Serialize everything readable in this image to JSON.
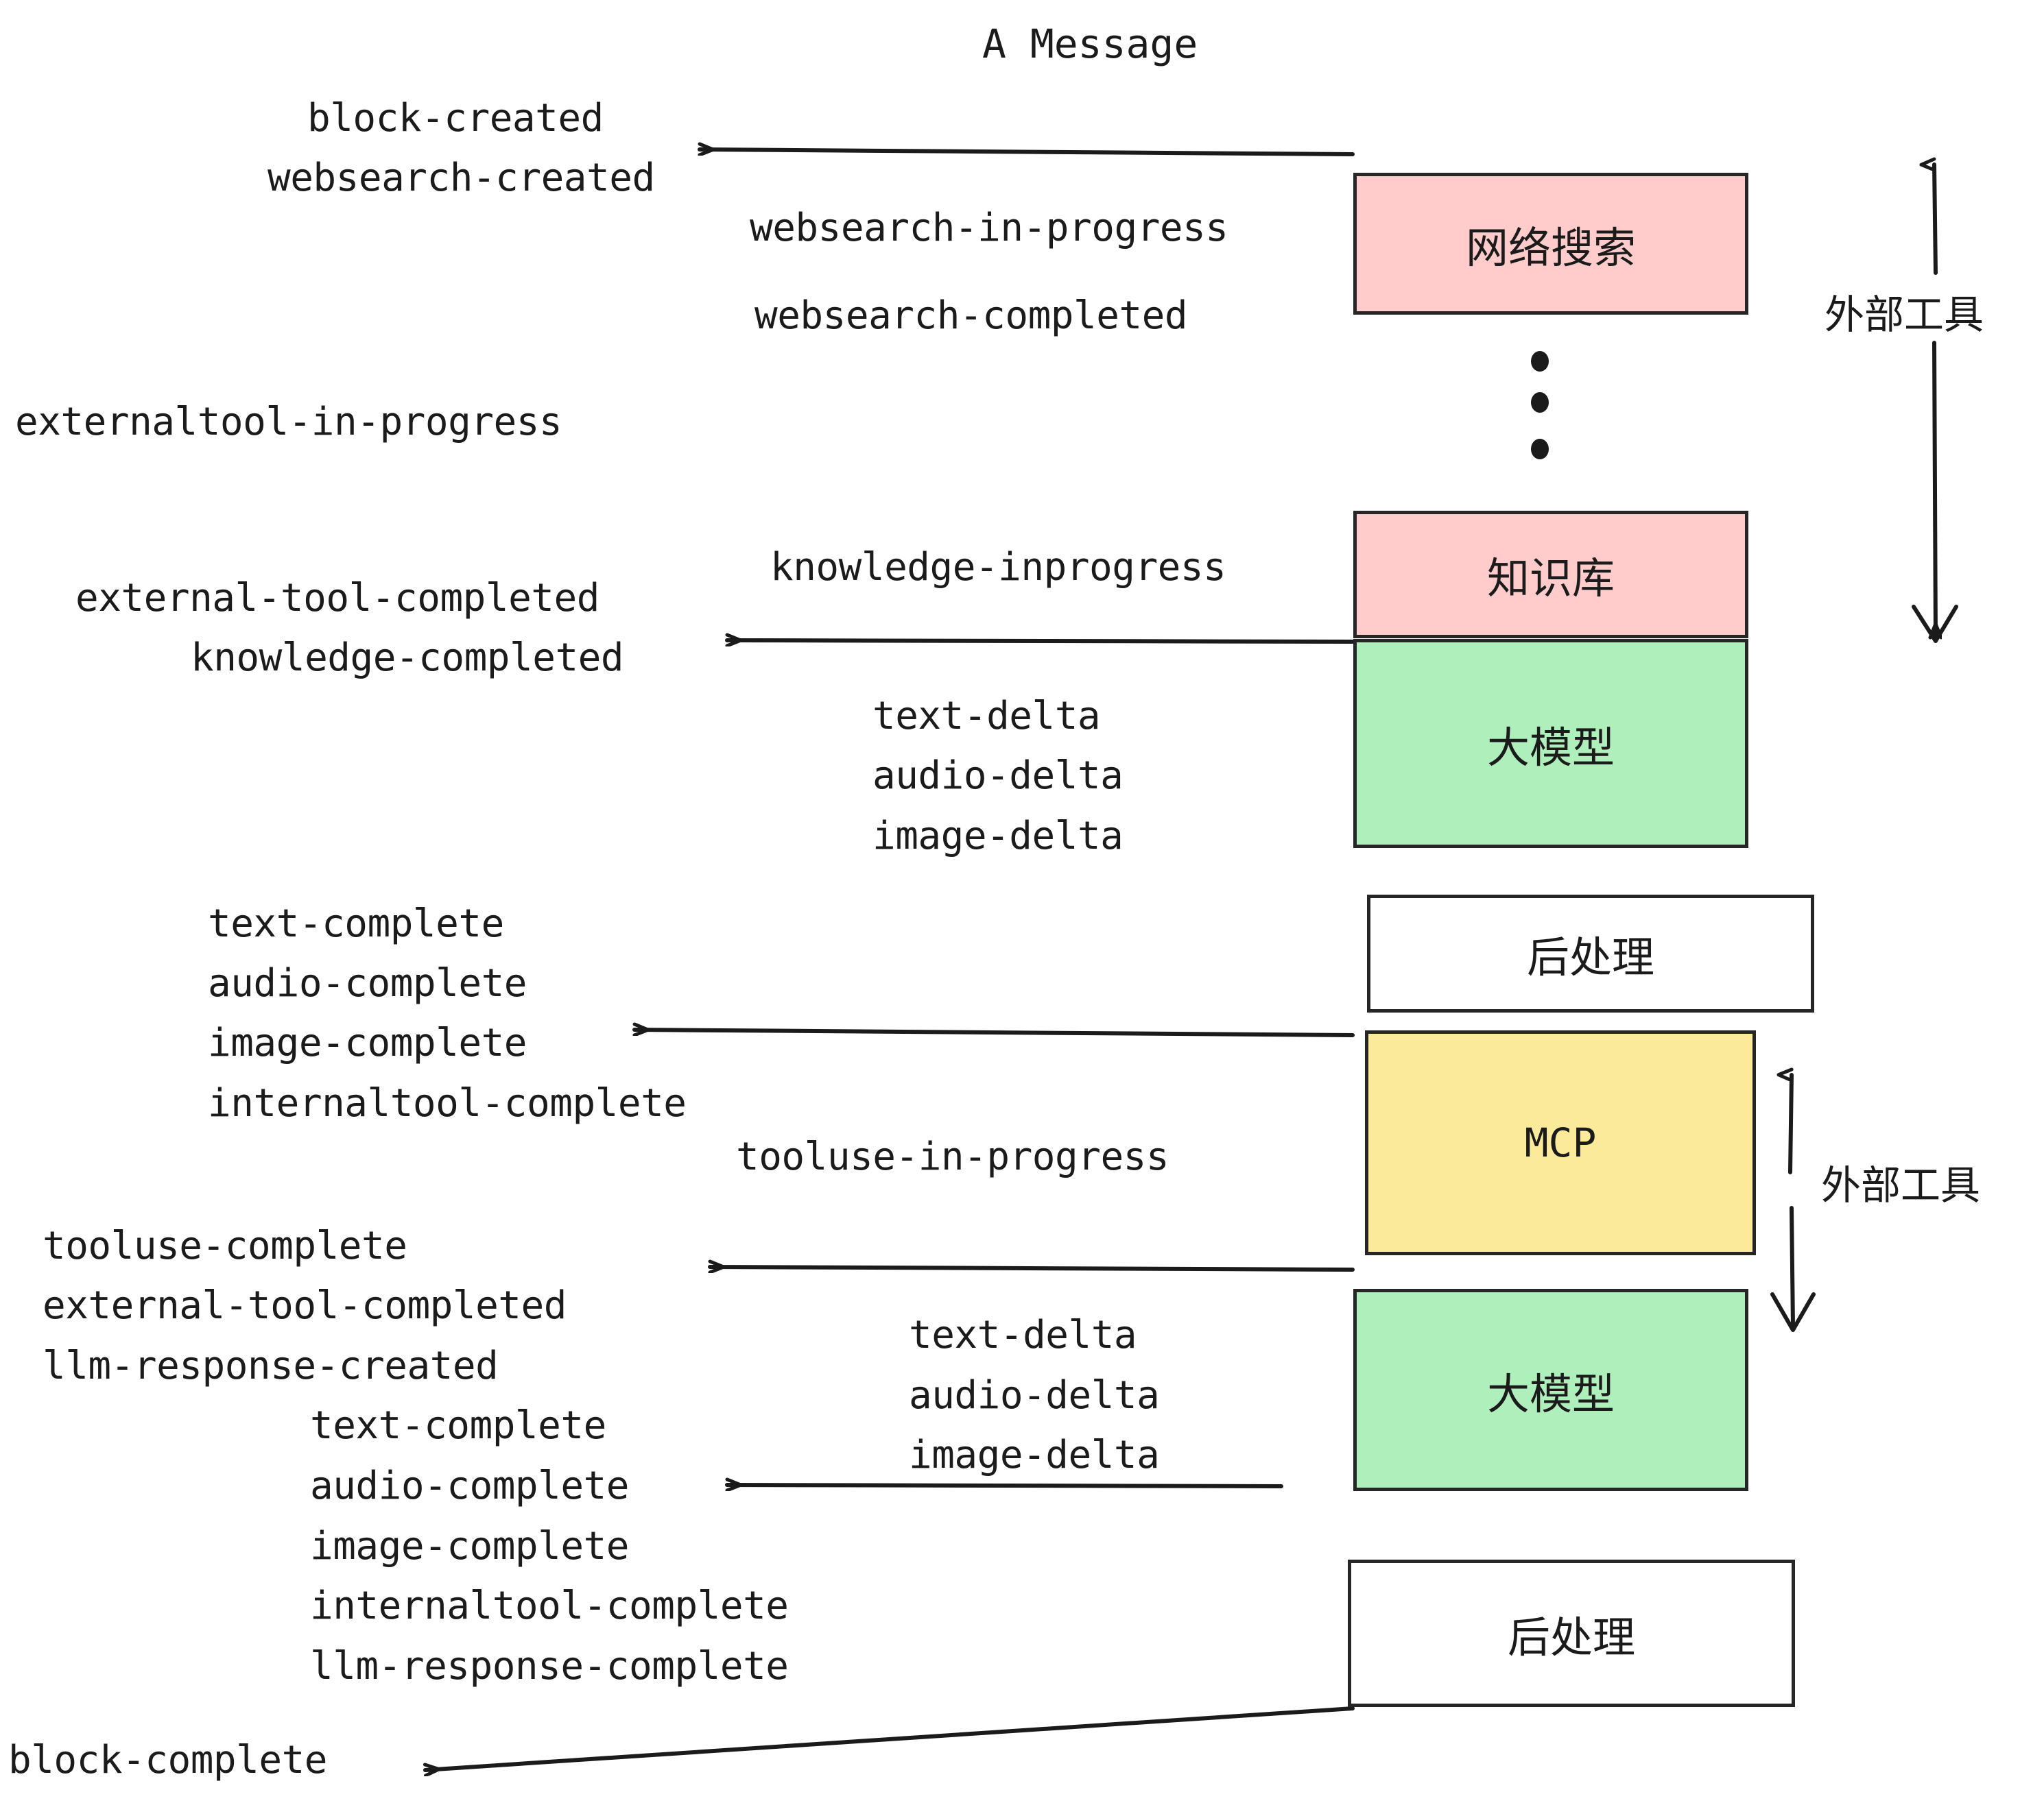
{
  "title": "A Message",
  "colors": {
    "stroke": "#262626",
    "text": "#1b1b1b",
    "external_tool_fill": "#FFCCCB",
    "llm_fill": "#AFEFBB",
    "mcp_fill": "#FCEA9B",
    "postprocess_fill": "#FFFFFF",
    "background": "#FFFFFF"
  },
  "nodes": {
    "websearch": {
      "label": "网络搜索",
      "fill": "#FFCCCB"
    },
    "knowledge": {
      "label": "知识库",
      "fill": "#FFCCCB"
    },
    "llm_first": {
      "label": "大模型",
      "fill": "#AFEFBB"
    },
    "postprocess_first": {
      "label": "后处理",
      "fill": "#FFFFFF"
    },
    "mcp": {
      "label": "MCP",
      "fill": "#FCEA9B"
    },
    "llm_second": {
      "label": "大模型",
      "fill": "#AFEFBB"
    },
    "postprocess_second": {
      "label": "后处理",
      "fill": "#FFFFFF"
    }
  },
  "side_labels": {
    "external_tool_top": "外部工具",
    "external_tool_bottom": "外部工具"
  },
  "events": {
    "block_created": "block-created",
    "websearch_created": "websearch-created",
    "websearch_in_progress": "websearch-in-progress",
    "websearch_completed": "websearch-completed",
    "externaltool_in_progress": "externaltool-in-progress",
    "knowledge_inprogress": "knowledge-inprogress",
    "external_tool_completed_1": "external-tool-completed",
    "knowledge_completed": "knowledge-completed",
    "text_delta_1": "text-delta",
    "audio_delta_1": "audio-delta",
    "image_delta_1": "image-delta",
    "text_complete_1": "text-complete",
    "audio_complete_1": "audio-complete",
    "image_complete_1": "image-complete",
    "internaltool_complete_1": "internaltool-complete",
    "tooluse_in_progress": "tooluse-in-progress",
    "tooluse_complete": "tooluse-complete",
    "external_tool_completed_2": "external-tool-completed",
    "llm_response_created": "llm-response-created",
    "text_delta_2": "text-delta",
    "audio_delta_2": "audio-delta",
    "image_delta_2": "image-delta",
    "text_complete_2": "text-complete",
    "audio_complete_2": "audio-complete",
    "image_complete_2": "image-complete",
    "internaltool_complete_2": "internaltool-complete",
    "llm_response_complete": "llm-response-complete",
    "block_complete": "block-complete"
  },
  "ellipsis_dots": 3
}
